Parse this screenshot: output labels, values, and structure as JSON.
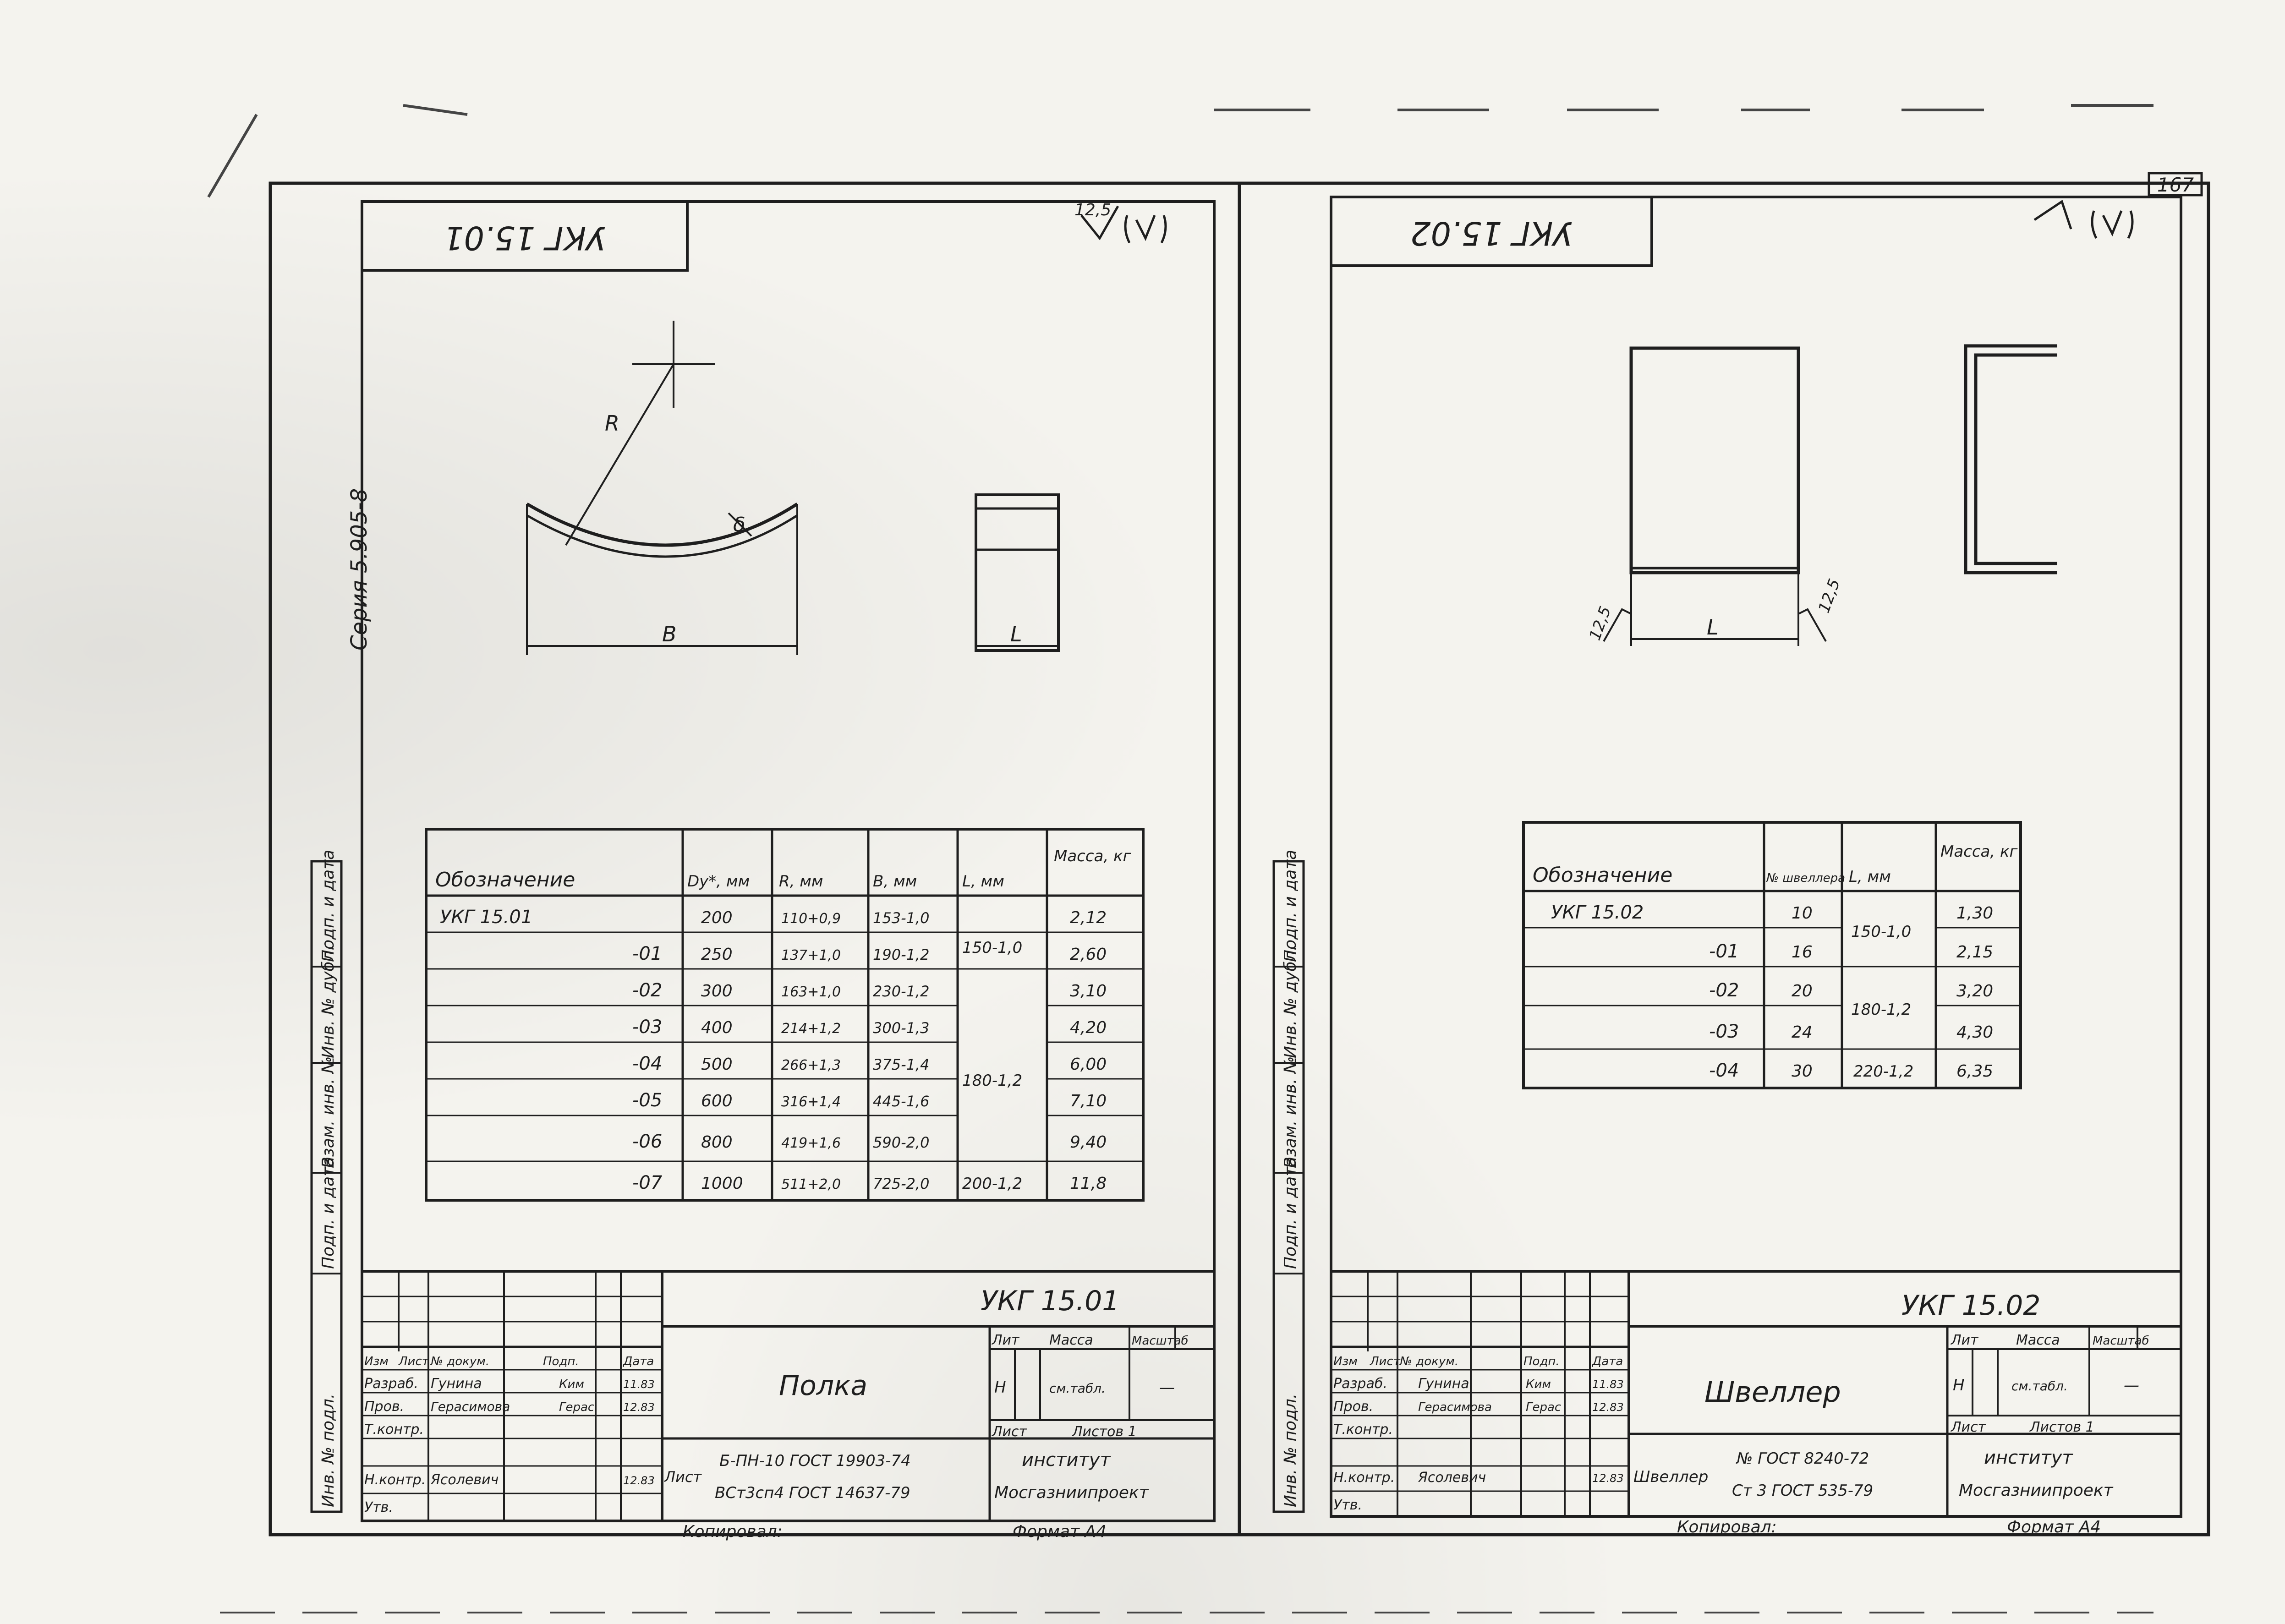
{
  "page_number": "167",
  "left_sheet": {
    "stamp_top": "УКГ 15.01",
    "roughness_mark": "12,5",
    "dims": {
      "radius": "R",
      "thickness": "δ",
      "width": "B",
      "length": "L"
    },
    "series_label": "Серия 5.905-8",
    "side_labels": [
      "Подп. и дата",
      "Инв. № дубл.",
      "Взам. инв. №",
      "Подп. и дата",
      "Инв. № подл."
    ],
    "table": {
      "headers": [
        "Обозначение",
        "Dy*, мм",
        "R, мм",
        "B, мм",
        "L, мм",
        "Масса, кг"
      ],
      "rows": [
        {
          "designation": "УКГ 15.01",
          "dy": "200",
          "r": "110+0,9",
          "b": "153-1,0",
          "mass": "2,12"
        },
        {
          "designation": "-01",
          "dy": "250",
          "r": "137+1,0",
          "b": "190-1,2",
          "mass": "2,60"
        },
        {
          "designation": "-02",
          "dy": "300",
          "r": "163+1,0",
          "b": "230-1,2",
          "mass": "3,10"
        },
        {
          "designation": "-03",
          "dy": "400",
          "r": "214+1,2",
          "b": "300-1,3",
          "mass": "4,20"
        },
        {
          "designation": "-04",
          "dy": "500",
          "r": "266+1,3",
          "b": "375-1,4",
          "mass": "6,00"
        },
        {
          "designation": "-05",
          "dy": "600",
          "r": "316+1,4",
          "b": "445-1,6",
          "mass": "7,10"
        },
        {
          "designation": "-06",
          "dy": "800",
          "r": "419+1,6",
          "b": "590-2,0",
          "mass": "9,40"
        },
        {
          "designation": "-07",
          "dy": "1000",
          "r": "511+2,0",
          "b": "725-2,0",
          "mass": "11,8"
        }
      ],
      "l_merged": [
        "150-1,0",
        "180-1,2",
        "200-1,2"
      ]
    },
    "title_block": {
      "code": "УКГ 15.01",
      "name": "Полка",
      "columns": [
        "Изм",
        "Лист",
        "№ докум.",
        "Подп.",
        "Дата"
      ],
      "people": [
        {
          "role": "Разраб.",
          "name": "Гунина",
          "sign": "Ким",
          "date": "11.83"
        },
        {
          "role": "Пров.",
          "name": "Герасимова",
          "sign": "Герас",
          "date": "12.83"
        },
        {
          "role": "Т.контр.",
          "name": "",
          "sign": "",
          "date": ""
        },
        {
          "role": "Н.контр.",
          "name": "Ясолевич",
          "sign": "",
          "date": "12.83"
        },
        {
          "role": "Утв.",
          "name": "",
          "sign": "",
          "date": ""
        }
      ],
      "lit_label": "Лит",
      "mass_label": "Масса",
      "scale_label": "Масштаб",
      "lit_value": "Н",
      "mass_value": "см.табл.",
      "scale_value": "—",
      "sheet_label": "Лист",
      "sheets_label": "Листов 1",
      "material_label": "Лист",
      "material_line1": "Б-ПН-10 ГОСТ 19903-74",
      "material_line2": "ВСт3сп4 ГОСТ 14637-79",
      "org_line1": "институт",
      "org_line2": "Мосгазниипроект",
      "copied": "Копировал:",
      "format": "Формат А4"
    }
  },
  "right_sheet": {
    "stamp_top": "УКГ 15.02",
    "roughness_mark": "12,5",
    "dims": {
      "length": "L"
    },
    "side_labels": [
      "Подп. и дата",
      "Инв. № дубл.",
      "Взам. инв. №",
      "Подп. и дата",
      "Инв. № подл."
    ],
    "table": {
      "headers": [
        "Обозначение",
        "№ швеллера",
        "L, мм",
        "Масса, кг"
      ],
      "rows": [
        {
          "designation": "УКГ 15.02",
          "no": "10",
          "mass": "1,30"
        },
        {
          "designation": "-01",
          "no": "16",
          "mass": "2,15"
        },
        {
          "designation": "-02",
          "no": "20",
          "mass": "3,20"
        },
        {
          "designation": "-03",
          "no": "24",
          "mass": "4,30"
        },
        {
          "designation": "-04",
          "no": "30",
          "l": "220-1,2",
          "mass": "6,35"
        }
      ],
      "l_merged": [
        "150-1,0",
        "180-1,2"
      ]
    },
    "title_block": {
      "code": "УКГ 15.02",
      "name": "Швеллер",
      "columns": [
        "Изм",
        "Лист",
        "№ докум.",
        "Подп.",
        "Дата"
      ],
      "people": [
        {
          "role": "Разраб.",
          "name": "Гунина",
          "sign": "Ким",
          "date": "11.83"
        },
        {
          "role": "Пров.",
          "name": "Герасимова",
          "sign": "Герас",
          "date": "12.83"
        },
        {
          "role": "Т.контр.",
          "name": "",
          "sign": "",
          "date": ""
        },
        {
          "role": "Н.контр.",
          "name": "Ясолевич",
          "sign": "",
          "date": "12.83"
        },
        {
          "role": "Утв.",
          "name": "",
          "sign": "",
          "date": ""
        }
      ],
      "lit_label": "Лит",
      "mass_label": "Масса",
      "scale_label": "Масштаб",
      "lit_value": "Н",
      "mass_value": "см.табл.",
      "scale_value": "—",
      "sheet_label": "Лист",
      "sheets_label": "Листов 1",
      "material_prefix": "Швеллер",
      "material_line1": "№ ГОСТ 8240-72",
      "material_line2": "Ст 3 ГОСТ 535-79",
      "org_line1": "институт",
      "org_line2": "Мосгазниипроект",
      "copied": "Копировал:",
      "format": "Формат А4"
    }
  }
}
